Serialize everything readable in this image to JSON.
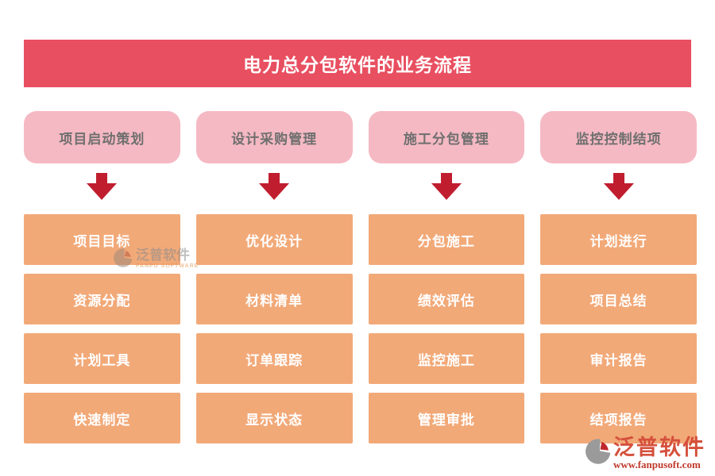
{
  "title": "电力总分包软件的业务流程",
  "columns": [
    {
      "header": "项目启动策划",
      "items": [
        "项目目标",
        "资源分配",
        "计划工具",
        "快速制定"
      ]
    },
    {
      "header": "设计采购管理",
      "items": [
        "优化设计",
        "材料清单",
        "订单跟踪",
        "显示状态"
      ]
    },
    {
      "header": "施工分包管理",
      "items": [
        "分包施工",
        "绩效评估",
        "监控施工",
        "管理审批"
      ]
    },
    {
      "header": "监控控制结项",
      "items": [
        "计划进行",
        "项目总结",
        "审计报告",
        "结项报告"
      ]
    }
  ],
  "watermark": {
    "brand": "泛普软件",
    "brand_en": "FANPU SOFTWARE"
  },
  "footer_logo": {
    "brand": "泛普软件",
    "url": "www.fanpusoft.com"
  },
  "colors": {
    "banner": "#e84f60",
    "header_bg": "#f5b9c3",
    "header_text": "#6f6f6f",
    "arrow": "#c01e2f",
    "box_bg": "#f2a978",
    "box_text": "#ffffff",
    "logo_red": "#d5503c",
    "logo_gray": "#9a9a9a"
  }
}
